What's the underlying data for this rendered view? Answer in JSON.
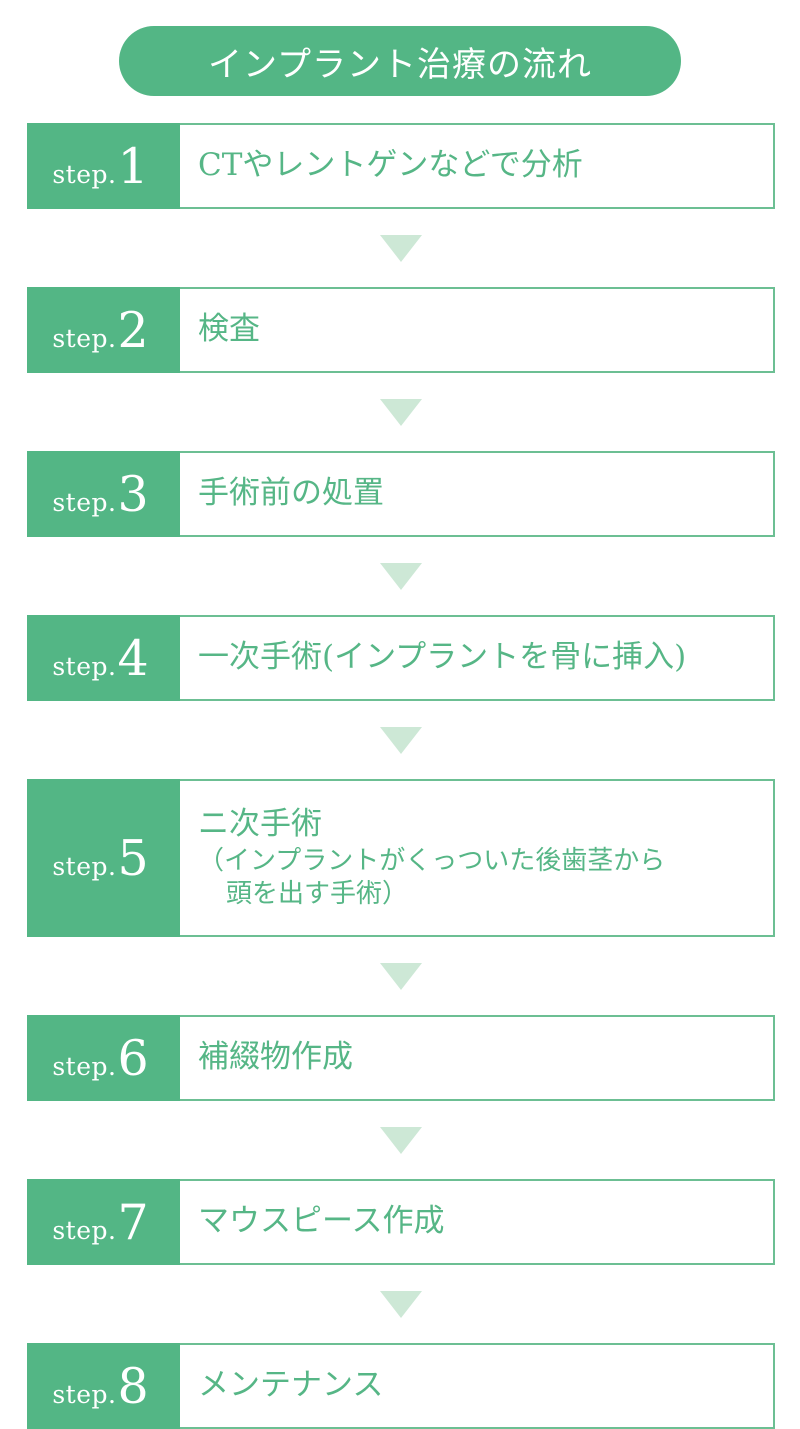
{
  "colors": {
    "green": "#53b685",
    "border_green": "#6cbf93",
    "text_green": "#56b686",
    "arrow_green": "#cde8d6",
    "white": "#ffffff"
  },
  "header": {
    "title": "インプラント治療の流れ"
  },
  "flow": {
    "badge_word": "step.",
    "arrow_icon": "triangle-down-icon",
    "steps": [
      {
        "number": "1",
        "badge": "step.1",
        "lines": [
          {
            "text": "CTやレントゲンなどで分析",
            "size": "normal",
            "indent": false
          }
        ]
      },
      {
        "number": "2",
        "badge": "step.2",
        "lines": [
          {
            "text": "検査",
            "size": "normal",
            "indent": false
          }
        ]
      },
      {
        "number": "3",
        "badge": "step.3",
        "lines": [
          {
            "text": "手術前の処置",
            "size": "normal",
            "indent": false
          }
        ]
      },
      {
        "number": "4",
        "badge": "step.4",
        "lines": [
          {
            "text": "一次手術(インプラントを骨に挿入)",
            "size": "normal",
            "indent": false
          }
        ]
      },
      {
        "number": "5",
        "badge": "step.5",
        "lines": [
          {
            "text": "ニ次手術",
            "size": "normal",
            "indent": false
          },
          {
            "text": "（インプラントがくっついた後歯茎から",
            "size": "small",
            "indent": false
          },
          {
            "text": "頭を出す手術）",
            "size": "small",
            "indent": true
          }
        ]
      },
      {
        "number": "6",
        "badge": "step.6",
        "lines": [
          {
            "text": "補綴物作成",
            "size": "normal",
            "indent": false
          }
        ]
      },
      {
        "number": "7",
        "badge": "step.7",
        "lines": [
          {
            "text": "マウスピース作成",
            "size": "normal",
            "indent": false
          }
        ]
      },
      {
        "number": "8",
        "badge": "step.8",
        "lines": [
          {
            "text": "メンテナンス",
            "size": "normal",
            "indent": false
          }
        ]
      }
    ]
  }
}
